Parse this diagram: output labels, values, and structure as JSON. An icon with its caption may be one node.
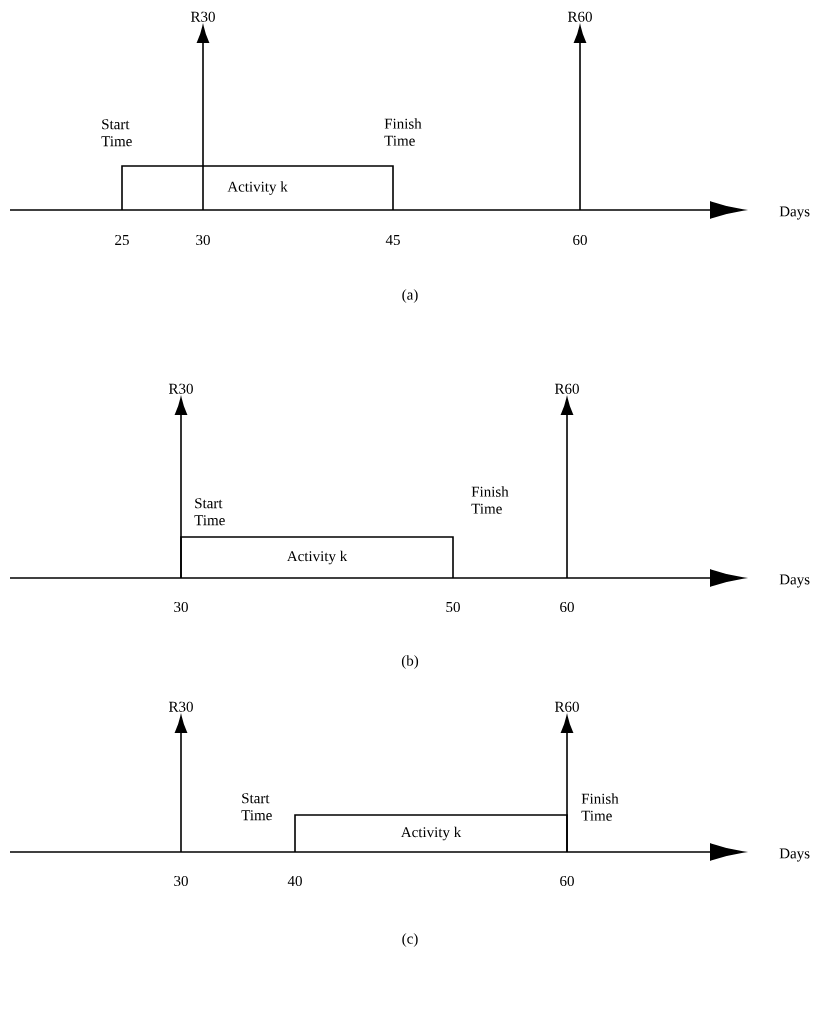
{
  "diagram": {
    "nodes": [
      {
        "text": [
          "R30"
        ]
      },
      {
        "text": [
          "R60"
        ]
      },
      {
        "text": [
          "Activity k"
        ]
      },
      {
        "text": [
          "R30"
        ]
      },
      {
        "text": [
          "R60"
        ]
      },
      {
        "text": [
          "Activity k"
        ]
      },
      {
        "text": [
          "R30"
        ]
      },
      {
        "text": [
          "R60"
        ]
      },
      {
        "text": [
          "Activity k"
        ]
      }
    ],
    "edges": [
      {
        "from": 2,
        "to": 0,
        "arrow": "to"
      },
      {
        "from": 2,
        "to": 1,
        "arrow": "to"
      },
      {
        "from": 5,
        "to": 3,
        "arrow": "to"
      },
      {
        "from": 5,
        "to": 4,
        "arrow": "to"
      },
      {
        "from": 8,
        "to": 6,
        "arrow": "to"
      },
      {
        "from": 8,
        "to": 7,
        "arrow": "to"
      }
    ],
    "labels": [
      "Start Time",
      "Finish Time",
      "Days",
      "25",
      "30",
      "45",
      "60",
      "(a)",
      "Start Time",
      "Finish Time",
      "Days",
      "30",
      "50",
      "60",
      "(b)",
      "Start Time",
      "Finish Time",
      "Days",
      "30",
      "40",
      "60",
      "(c)"
    ]
  }
}
